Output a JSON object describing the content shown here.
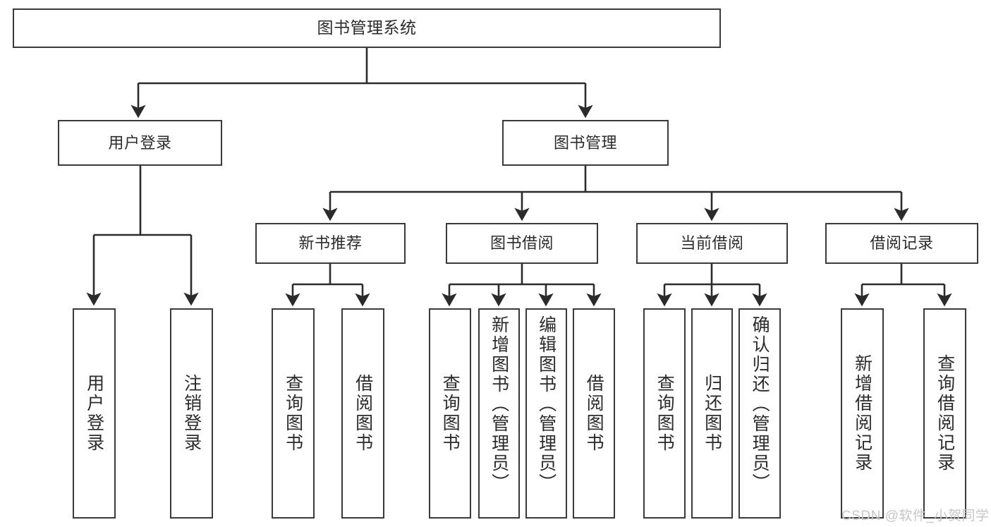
{
  "diagram": {
    "type": "tree-hierarchy-chart",
    "title": "图书管理系统",
    "colors": {
      "box_border": "#3a3a3a",
      "box_fill": "#ffffff",
      "line": "#2b2b2b",
      "text": "#2b2b2b",
      "watermark": "#c6c6c6",
      "background": "#ffffff"
    },
    "levels": [
      {
        "level": 1,
        "nodes": [
          {
            "id": "root",
            "label": "图书管理系统",
            "orientation": "horizontal"
          }
        ]
      },
      {
        "level": 2,
        "nodes": [
          {
            "id": "user-login",
            "label": "用户登录",
            "orientation": "horizontal",
            "parent": "root"
          },
          {
            "id": "book-manage",
            "label": "图书管理",
            "orientation": "horizontal",
            "parent": "root"
          }
        ]
      },
      {
        "level": 3,
        "nodes": [
          {
            "id": "new-book-rec",
            "label": "新书推荐",
            "orientation": "horizontal",
            "parent": "book-manage"
          },
          {
            "id": "book-borrow",
            "label": "图书借阅",
            "orientation": "horizontal",
            "parent": "book-manage"
          },
          {
            "id": "current-borrow",
            "label": "当前借阅",
            "orientation": "horizontal",
            "parent": "book-manage"
          },
          {
            "id": "borrow-record",
            "label": "借阅记录",
            "orientation": "horizontal",
            "parent": "book-manage"
          }
        ]
      },
      {
        "level": 4,
        "nodes": [
          {
            "id": "leaf-user-login",
            "label": "用户登录",
            "orientation": "vertical",
            "parent": "user-login"
          },
          {
            "id": "leaf-user-logout",
            "label": "注销登录",
            "orientation": "vertical",
            "parent": "user-login"
          },
          {
            "id": "leaf-query-book-1",
            "label": "查询图书",
            "orientation": "vertical",
            "parent": "new-book-rec"
          },
          {
            "id": "leaf-borrow-book-1",
            "label": "借阅图书",
            "orientation": "vertical",
            "parent": "new-book-rec"
          },
          {
            "id": "leaf-query-book-2",
            "label": "查询图书",
            "orientation": "vertical",
            "parent": "book-borrow"
          },
          {
            "id": "leaf-add-book",
            "label": "新增图书（管理员）",
            "orientation": "vertical",
            "parent": "book-borrow"
          },
          {
            "id": "leaf-edit-book",
            "label": "编辑图书（管理员）",
            "orientation": "vertical",
            "parent": "book-borrow"
          },
          {
            "id": "leaf-borrow-book-2",
            "label": "借阅图书",
            "orientation": "vertical",
            "parent": "book-borrow"
          },
          {
            "id": "leaf-query-book-3",
            "label": "查询图书",
            "orientation": "vertical",
            "parent": "current-borrow"
          },
          {
            "id": "leaf-return-book",
            "label": "归还图书",
            "orientation": "vertical",
            "parent": "current-borrow"
          },
          {
            "id": "leaf-confirm-return",
            "label": "确认归还（管理员）",
            "orientation": "vertical",
            "parent": "current-borrow"
          },
          {
            "id": "leaf-add-record",
            "label": "新增借阅记录",
            "orientation": "vertical",
            "parent": "borrow-record"
          },
          {
            "id": "leaf-query-record",
            "label": "查询借阅记录",
            "orientation": "vertical",
            "parent": "borrow-record"
          }
        ]
      }
    ]
  },
  "watermark": {
    "text": "CSDN @软件_小贺同学"
  }
}
